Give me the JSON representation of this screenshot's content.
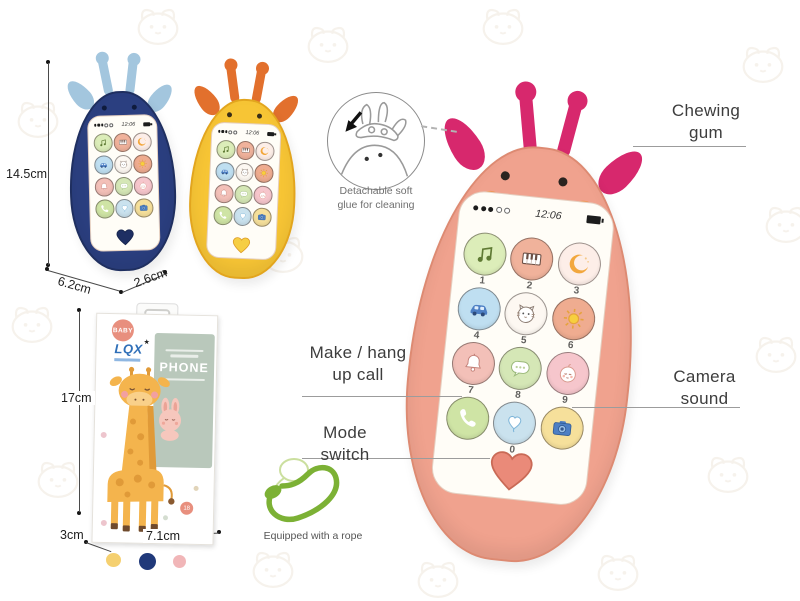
{
  "annotations": {
    "chewing_gum": {
      "line1": "Chewing",
      "line2": "gum"
    },
    "make_hang_up_call": {
      "line1": "Make / hang",
      "line2": "up call"
    },
    "camera_sound": {
      "line1": "Camera",
      "line2": "sound"
    },
    "mode_switch": {
      "line1": "Mode",
      "line2": "switch"
    },
    "detachable_glue": {
      "line1": "Detachable soft",
      "line2": "glue for cleaning"
    },
    "rope": "Equipped with a rope"
  },
  "dimensions": {
    "phone_height": "14.5cm",
    "phone_width": "6.2cm",
    "phone_depth": "2.6cm",
    "package_height": "17cm",
    "package_depth": "3cm",
    "package_width": "7.1cm"
  },
  "phone_screen": {
    "time": "12:06",
    "signal_filled_dots": 3,
    "signal_empty_dots": 2,
    "battery": "full"
  },
  "keypad": {
    "buttons": [
      {
        "n": "1",
        "icon": "music"
      },
      {
        "n": "2",
        "icon": "piano"
      },
      {
        "n": "3",
        "icon": "moon"
      },
      {
        "n": "4",
        "icon": "car"
      },
      {
        "n": "5",
        "icon": "cat"
      },
      {
        "n": "6",
        "icon": "sun"
      },
      {
        "n": "7",
        "icon": "bell"
      },
      {
        "n": "8",
        "icon": "chat"
      },
      {
        "n": "9",
        "icon": "baby"
      },
      {
        "n": "",
        "icon": "phone"
      },
      {
        "n": "0",
        "icon": "balloon"
      },
      {
        "n": "",
        "icon": "camera"
      }
    ]
  },
  "package": {
    "badge": "BABY",
    "brand": "LQX",
    "title": "PHONE",
    "age_badge": "18"
  },
  "variants": [
    {
      "name": "yellow",
      "color": "#f2c44c"
    },
    {
      "name": "navy-blue",
      "color": "#20397a"
    },
    {
      "name": "pink",
      "color": "#eda4a6"
    }
  ],
  "colors": {
    "pink_body": "#f0a28e",
    "magenta_horn": "#d7286d",
    "navy_body": "#2b3f80",
    "lightblue_horn": "#a3c6de",
    "yellow_body": "#f7c535",
    "orange_horn": "#e2702d",
    "rope_green": "#7cb135"
  }
}
